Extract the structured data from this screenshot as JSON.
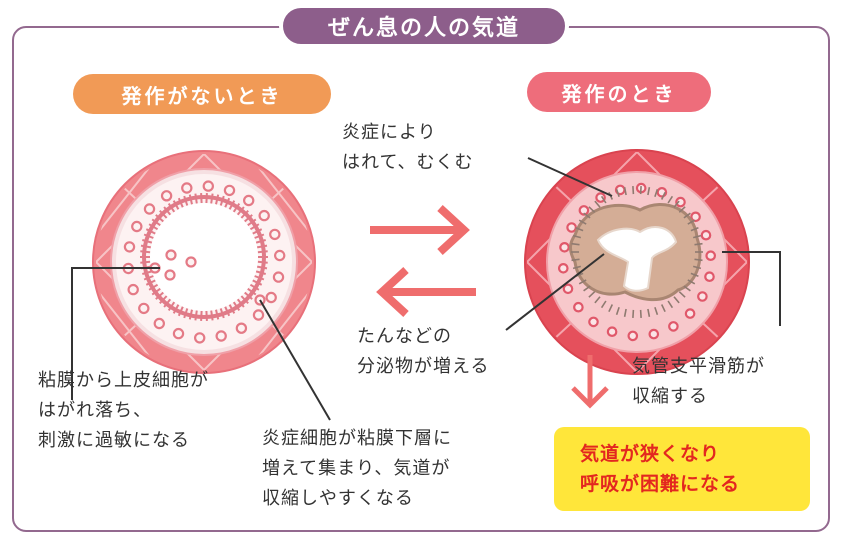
{
  "title": "ぜん息の人の気道",
  "states": {
    "normal": "発作がないとき",
    "attack": "発作のとき"
  },
  "labels": {
    "inflammation": [
      "炎症により",
      "はれて、むくむ"
    ],
    "secretion": [
      "たんなどの",
      "分泌物が増える"
    ],
    "mucosa": [
      "粘膜から上皮細胞が",
      "はがれ落ち、",
      "刺激に過敏になる"
    ],
    "inflammatory_cells": [
      "炎症細胞が粘膜下層に",
      "増えて集まり、気道が",
      "収縮しやすくなる"
    ],
    "smooth_muscle": [
      "気管支平滑筋が",
      "収縮する"
    ]
  },
  "result": [
    "気道が狭くなり",
    "呼吸が困難になる"
  ],
  "colors": {
    "frame": "#93698f",
    "title_bg": "#8d5e8b",
    "normal_pill": "#f19a56",
    "attack_pill": "#ee6d7b",
    "arrow": "#ef6d6d",
    "result_bg": "#ffe63a",
    "result_text": "#e3271f"
  }
}
